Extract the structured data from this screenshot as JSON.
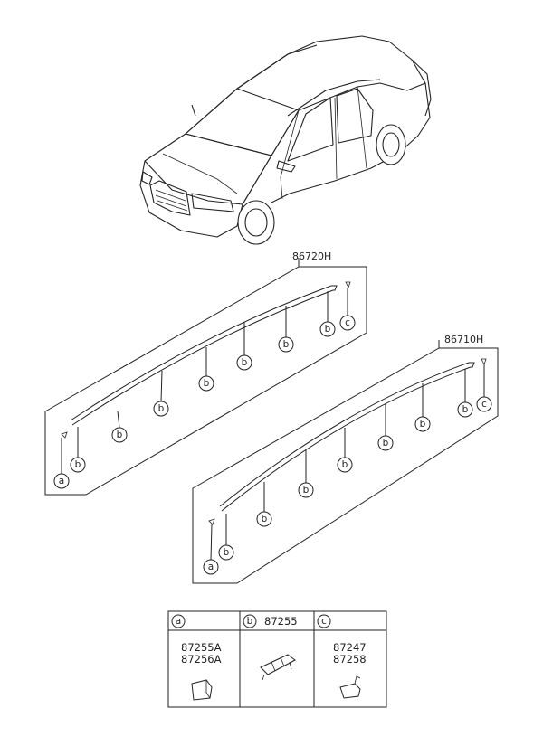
{
  "parts": {
    "upper_assembly": "86720H",
    "lower_assembly": "86710H"
  },
  "legend": {
    "a": {
      "key": "a",
      "parts": [
        "87255A",
        "87256A"
      ]
    },
    "b": {
      "key": "b",
      "parts": [
        "87255"
      ]
    },
    "c": {
      "key": "c",
      "parts": [
        "87247",
        "87258"
      ]
    }
  }
}
